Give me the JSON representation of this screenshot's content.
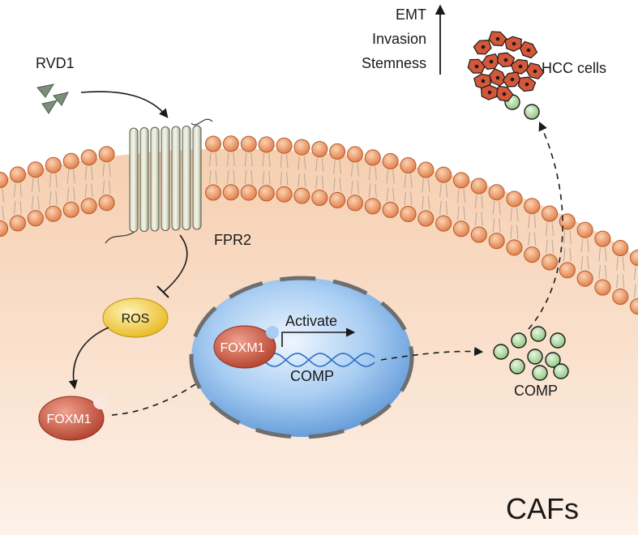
{
  "ligand": {
    "label": "RVD1",
    "color": "#7a8f78"
  },
  "receptor": {
    "label": "FPR2",
    "color": "#c9ccb4"
  },
  "ros": {
    "label": "ROS",
    "color": "#f2cc3c"
  },
  "foxm1_cytoplasm": {
    "label": "FOXM1",
    "color": "#c8503c"
  },
  "nucleus": {
    "foxm1_label": "FOXM1",
    "activate_label": "Activate",
    "gene_label": "COMP",
    "color": "#7fb2e6"
  },
  "secreted": {
    "label": "COMP",
    "color": "#a9d69a"
  },
  "target": {
    "label": "HCC cells",
    "cell_color": "#d4573a",
    "effects": [
      "EMT",
      "Invasion",
      "Stemness"
    ]
  },
  "cell_type": {
    "label": "CAFs"
  },
  "colors": {
    "membrane_bead": "#e88a55",
    "cytoplasm": "#f8dcc6",
    "arrow": "#1a1a1a"
  }
}
